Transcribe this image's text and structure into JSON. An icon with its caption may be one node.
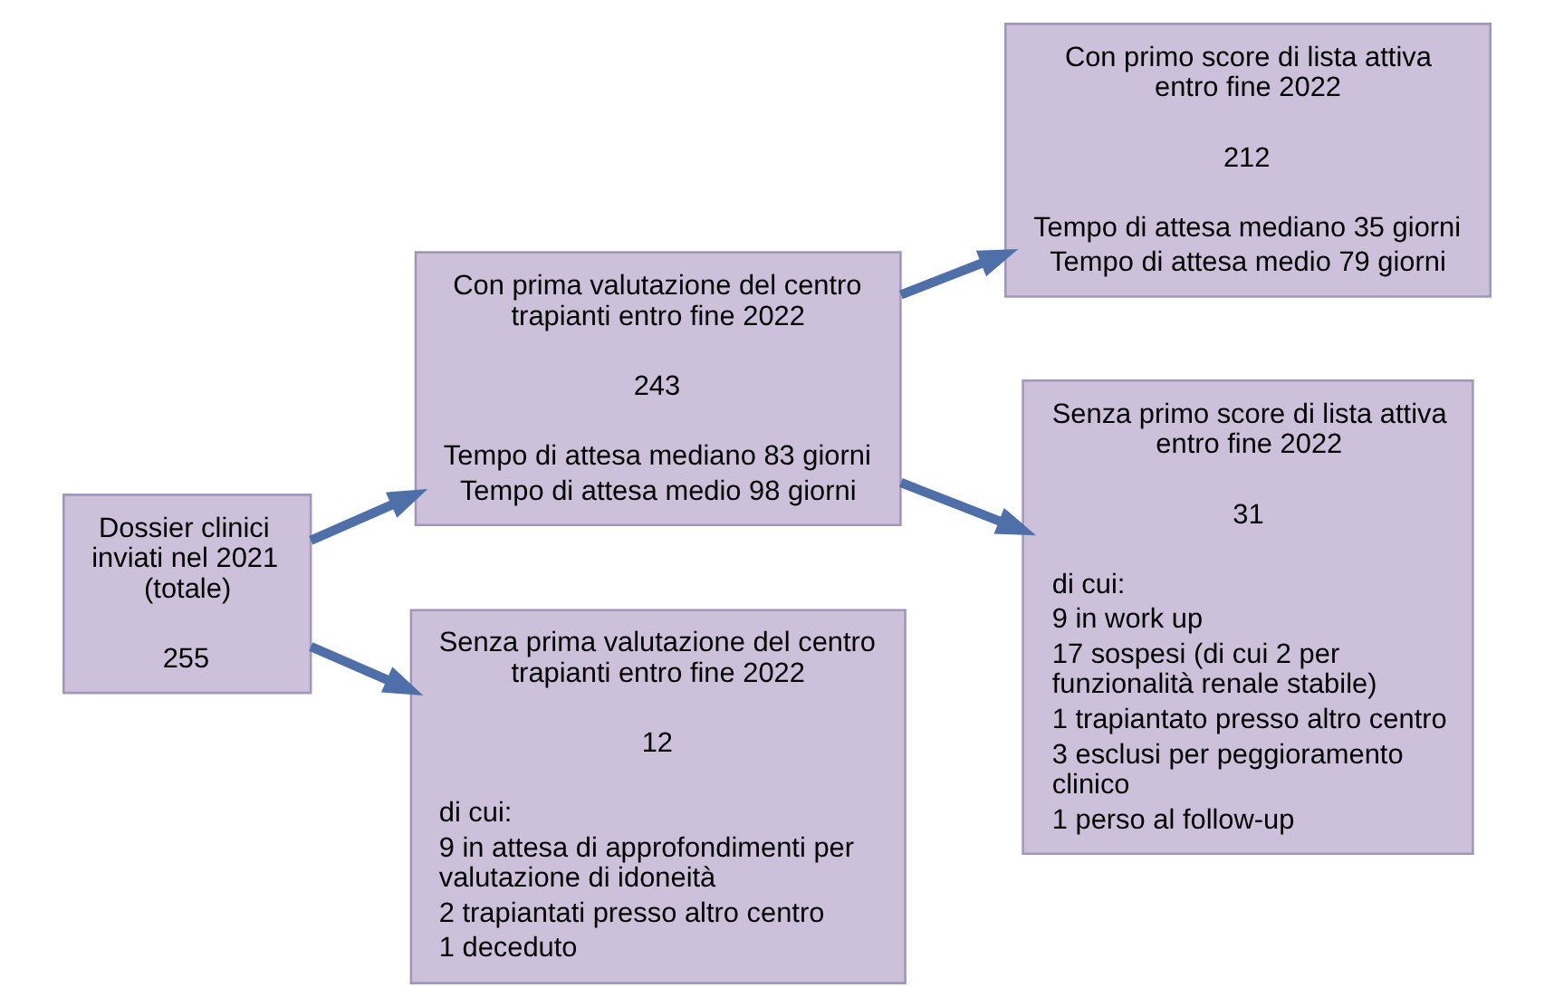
{
  "diagram": {
    "nodes": [
      {
        "text": [
          "Dossier clinici inviati nel 2021 (totale)",
          "255"
        ]
      },
      {
        "text": [
          "Con prima valutazione del centro trapianti entro fine 2022",
          "243",
          "Tempo di attesa mediano 83 giorni",
          "Tempo di attesa medio 98 giorni"
        ]
      },
      {
        "text": [
          "Senza prima valutazione del centro trapianti entro fine 2022",
          "12",
          "di cui:",
          "9 in attesa di approfondimenti per valutazione di idoneità",
          "2 trapiantati presso altro centro",
          "1 deceduto"
        ]
      },
      {
        "text": [
          "Con primo score di lista attiva entro fine 2022",
          "212",
          "Tempo di attesa mediano 35 giorni",
          "Tempo di attesa medio 79 giorni"
        ]
      },
      {
        "text": [
          "Senza primo score di lista attiva entro fine 2022",
          "31",
          "di cui:",
          "9 in work up",
          "17 sospesi (di cui 2 per funzionalità renale stabile)",
          "1 trapiantato presso altro centro",
          "3 esclusi per peggioramento clinico",
          "1 perso al follow-up"
        ]
      }
    ],
    "edges": [
      {
        "from": 0,
        "to": 1,
        "arrow": "to"
      },
      {
        "from": 0,
        "to": 2,
        "arrow": "to"
      },
      {
        "from": 1,
        "to": 3,
        "arrow": "to"
      },
      {
        "from": 1,
        "to": 4,
        "arrow": "to"
      }
    ]
  }
}
